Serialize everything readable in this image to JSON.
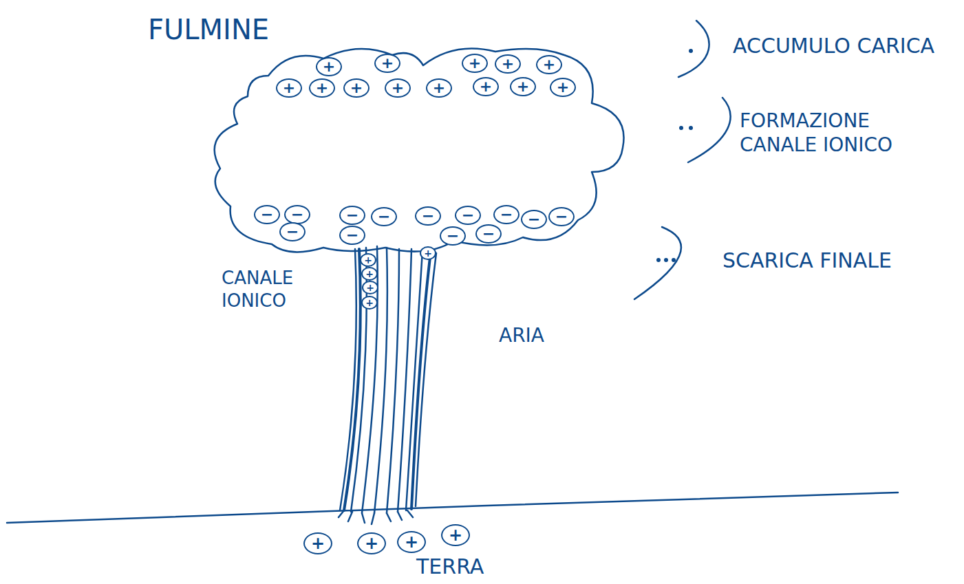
{
  "diagram": {
    "title": "FULMINE",
    "nodes": [
      {
        "text": [
          "+"
        ]
      },
      {
        "text": [
          "+"
        ]
      },
      {
        "text": [
          "+"
        ]
      },
      {
        "text": [
          "+"
        ]
      },
      {
        "text": [
          "+"
        ]
      },
      {
        "text": [
          "+"
        ]
      },
      {
        "text": [
          "+"
        ]
      },
      {
        "text": [
          "+"
        ]
      },
      {
        "text": [
          "+"
        ]
      },
      {
        "text": [
          "+"
        ]
      },
      {
        "text": [
          "+"
        ]
      },
      {
        "text": [
          "+"
        ]
      },
      {
        "text": [
          "+"
        ]
      },
      {
        "text": [
          "−"
        ]
      },
      {
        "text": [
          "−"
        ]
      },
      {
        "text": [
          "−"
        ]
      },
      {
        "text": [
          "−"
        ]
      },
      {
        "text": [
          "−"
        ]
      },
      {
        "text": [
          "−"
        ]
      },
      {
        "text": [
          "−"
        ]
      },
      {
        "text": [
          "−"
        ]
      },
      {
        "text": [
          "−"
        ]
      },
      {
        "text": [
          "−"
        ]
      },
      {
        "text": [
          "−"
        ]
      },
      {
        "text": [
          "−"
        ]
      },
      {
        "text": [
          "−"
        ]
      },
      {
        "text": [
          "+"
        ]
      },
      {
        "text": [
          "+"
        ]
      },
      {
        "text": [
          "+"
        ]
      },
      {
        "text": [
          "+"
        ]
      },
      {
        "text": [
          "+"
        ]
      },
      {
        "text": [
          "+"
        ]
      },
      {
        "text": [
          "+"
        ]
      },
      {
        "text": [
          "+"
        ]
      },
      {
        "text": [
          "+"
        ]
      }
    ],
    "labels": [
      "ACCUMULO CARICA",
      "FORMAZIONE CANALE IONICO",
      "SCARICA FINALE",
      "CANALE IONICO",
      "ARIA",
      "TERRA"
    ]
  }
}
